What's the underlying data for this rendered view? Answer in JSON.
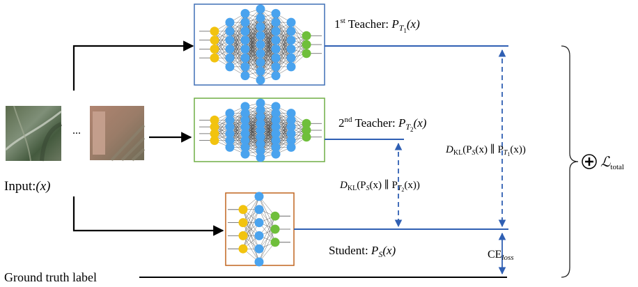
{
  "input": {
    "label_prefix": "Input:",
    "label_var": "(x)",
    "ellipsis": "..."
  },
  "teacher1": {
    "label_main": "1",
    "label_sup": "st",
    "label_rest": " Teacher: ",
    "prob_P": "P",
    "prob_sub": "T",
    "prob_subsub": "1",
    "prob_arg": "(x)"
  },
  "teacher2": {
    "label_main": "2",
    "label_sup": "nd",
    "label_rest": " Teacher: ",
    "prob_P": "P",
    "prob_sub": "T",
    "prob_subsub": "2",
    "prob_arg": "(x)"
  },
  "student": {
    "label_prefix": "Student: ",
    "prob_P": "P",
    "prob_sub": "S",
    "prob_arg": "(x)"
  },
  "kl_teacher1": {
    "D": "D",
    "sub": "KL",
    "body": "(P",
    "s1": "S",
    "mid": "(x) ∥ P",
    "s2": "T",
    "s2sub": "1",
    "tail": "(x))"
  },
  "kl_teacher2": {
    "D": "D",
    "sub": "KL",
    "body": "(P",
    "s1": "S",
    "mid": "(x) ∥ P",
    "s2": "T",
    "s2sub": "2",
    "tail": "(x))"
  },
  "ce": {
    "main": "CE",
    "sub": "loss"
  },
  "total": {
    "L": "ℒ",
    "sub": "total"
  },
  "ground_truth": {
    "label": "Ground truth label"
  },
  "colors": {
    "teacher1_border": "#3f6fb5",
    "teacher2_border": "#6fae45",
    "student_border": "#c0651f",
    "input_node": "#f2c30f",
    "hidden_node": "#4aa3ee",
    "output_node": "#6fbf3b",
    "line_blue": "#2f5fb3",
    "black": "#000000"
  }
}
